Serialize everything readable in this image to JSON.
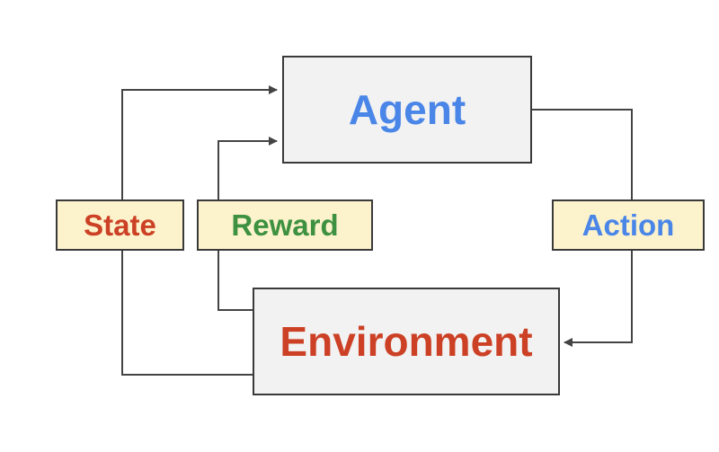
{
  "nodes": {
    "agent": {
      "label": "Agent",
      "color": "#4a86e8"
    },
    "environment": {
      "label": "Environment",
      "color": "#cc4125"
    }
  },
  "edges": {
    "state": {
      "label": "State",
      "color": "#cc4125"
    },
    "reward": {
      "label": "Reward",
      "color": "#3d9140"
    },
    "action": {
      "label": "Action",
      "color": "#4a86e8"
    }
  },
  "colors": {
    "line": "#444444",
    "box_fill": "#f2f2f2",
    "label_fill": "#fcf2cc",
    "border": "#3a3a3a"
  }
}
